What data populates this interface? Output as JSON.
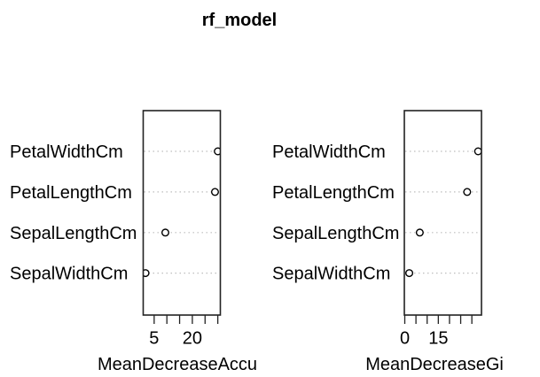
{
  "chart_data": {
    "type": "dot",
    "title": "rf_model",
    "legend": null,
    "grid": "dotted-row-lines",
    "panels": [
      {
        "xlabel": "MeanDecreaseAccu",
        "categories": [
          "PetalWidthCm",
          "PetalLengthCm",
          "SepalLengthCm",
          "SepalWidthCm"
        ],
        "values": [
          30.0,
          28.9,
          9.4,
          1.6
        ],
        "xlim": [
          0.7,
          31.0
        ],
        "ticks": [
          5,
          10,
          15,
          20,
          25,
          30
        ],
        "tick_labels": [
          "5",
          "",
          "",
          "20",
          "",
          ""
        ]
      },
      {
        "xlabel": "MeanDecreaseGi",
        "categories": [
          "PetalWidthCm",
          "PetalLengthCm",
          "SepalLengthCm",
          "SepalWidthCm"
        ],
        "values": [
          32.8,
          27.9,
          6.7,
          2.0
        ],
        "xlim": [
          -0.2,
          34.3
        ],
        "ticks": [
          0,
          5,
          10,
          15,
          20,
          25,
          30
        ],
        "tick_labels": [
          "0",
          "",
          "",
          "15",
          "",
          "",
          ""
        ]
      }
    ],
    "colors": {
      "point_stroke": "#000000",
      "point_fill": "#ffffff",
      "row_line": "#bdbdbd",
      "box": "#222222",
      "text": "#000000"
    }
  }
}
